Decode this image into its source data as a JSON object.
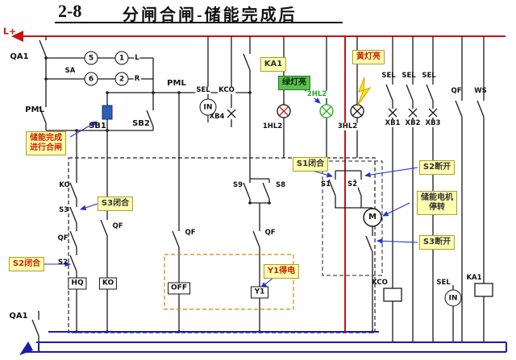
{
  "title": {
    "num": "2-8",
    "text": "分闸合闸-储能完成后"
  },
  "colors": {
    "wire": "#1a1a1a",
    "wire_red": "#cc1111",
    "wire_blue": "#1b1bb0",
    "callout_bg": "#ffffb0",
    "green_lamp": "#1faa1f",
    "green_box": "#5fbf4f",
    "highlight": "#ffe800"
  },
  "top": {
    "l_plus": "L+",
    "qa1": "QA1",
    "sa": "SA",
    "n5": "5",
    "n1": "1",
    "n6": "6",
    "n2": "2",
    "left_pos": "L",
    "right_pos": "R",
    "pml": "PML",
    "sel": "SEL",
    "kco": "KCO",
    "in": "IN",
    "xb4": "XB4",
    "ka1": "KA1",
    "lamp1": "1HL2",
    "lamp2": "2HL2",
    "lamp3": "3HL2",
    "sel1": "SEL",
    "sel2": "SEL",
    "sel3": "SEL",
    "xb1": "XB1",
    "xb2": "XB2",
    "xb3": "XB3",
    "qf": "QF",
    "ws": "WS"
  },
  "left": {
    "pml": "PML",
    "sb1": "SB1",
    "sb2": "SB2",
    "ko": "KO",
    "s3": "S3",
    "qf1": "QF",
    "qf2": "QF",
    "s2": "S2",
    "hq": "HQ",
    "ko_box": "KO"
  },
  "mid": {
    "qf3": "QF",
    "off": "OFF",
    "s9": "S9",
    "s8": "S8",
    "qf4": "QF",
    "y1": "Y1",
    "s1": "S1",
    "s2": "S2",
    "motor": "M"
  },
  "right": {
    "kco": "KCO",
    "sel": "SEL",
    "in": "IN",
    "ka1": "KA1"
  },
  "bottom": {
    "qa1": "QA1"
  },
  "callouts": {
    "store_l1": "储能完成",
    "store_l2": "进行合闸",
    "s3_closed": "S3闭合",
    "s2_closed": "S2闭合",
    "s1_closed": "S1闭合",
    "s2_open": "S2断开",
    "motor_l1": "储能电机",
    "motor_l2": "停转",
    "s3_open": "S3断开",
    "y1_on": "Y1得电",
    "green_on": "绿灯亮",
    "yellow_on": "黄灯亮"
  }
}
